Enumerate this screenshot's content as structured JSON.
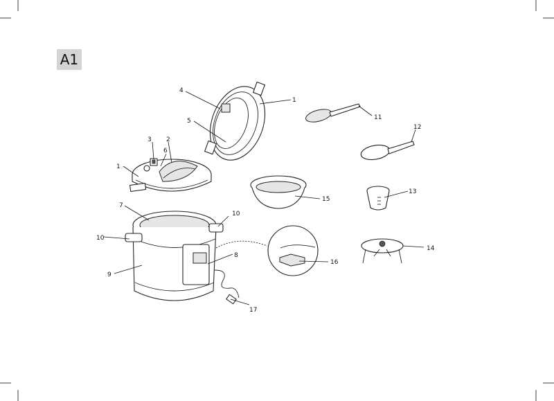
{
  "section_badge": "A1",
  "parts": {
    "p1a": "1",
    "p1b": "1",
    "p2": "2",
    "p3": "3",
    "p4": "4",
    "p5": "5",
    "p6": "6",
    "p7": "7",
    "p8": "8",
    "p9": "9",
    "p10a": "10",
    "p10b": "10",
    "p11": "11",
    "p12": "12",
    "p13": "13",
    "p14": "14",
    "p15": "15",
    "p16": "16",
    "p17": "17"
  },
  "colors": {
    "badge_bg": "#d4d4d4",
    "line": "#111111"
  }
}
